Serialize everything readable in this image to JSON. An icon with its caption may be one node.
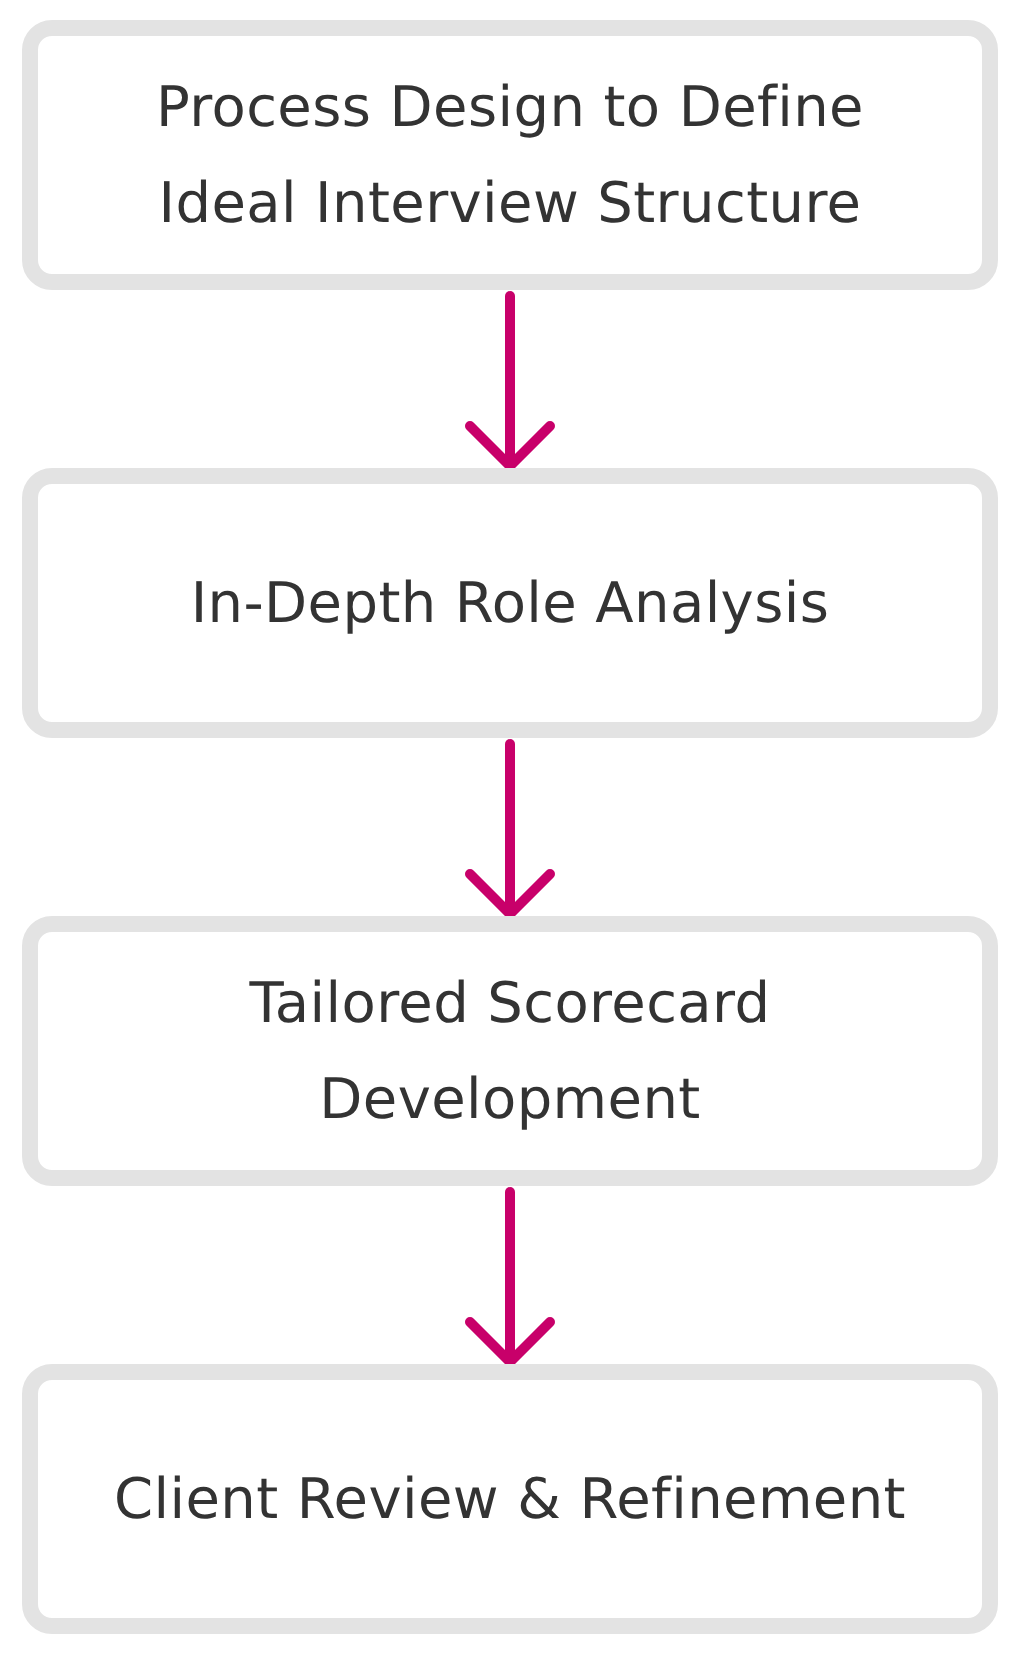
{
  "diagram": {
    "nodes": [
      {
        "text": [
          "Process Design to Define Ideal Interview Structure"
        ]
      },
      {
        "text": [
          "In-Depth Role Analysis"
        ]
      },
      {
        "text": [
          "Tailored Scorecard Development"
        ]
      },
      {
        "text": [
          "Client Review & Refinement"
        ]
      }
    ],
    "edges": [
      {
        "from": 0,
        "to": 1,
        "arrow": "to"
      },
      {
        "from": 1,
        "to": 2,
        "arrow": "to"
      },
      {
        "from": 2,
        "to": 3,
        "arrow": "to"
      }
    ]
  }
}
